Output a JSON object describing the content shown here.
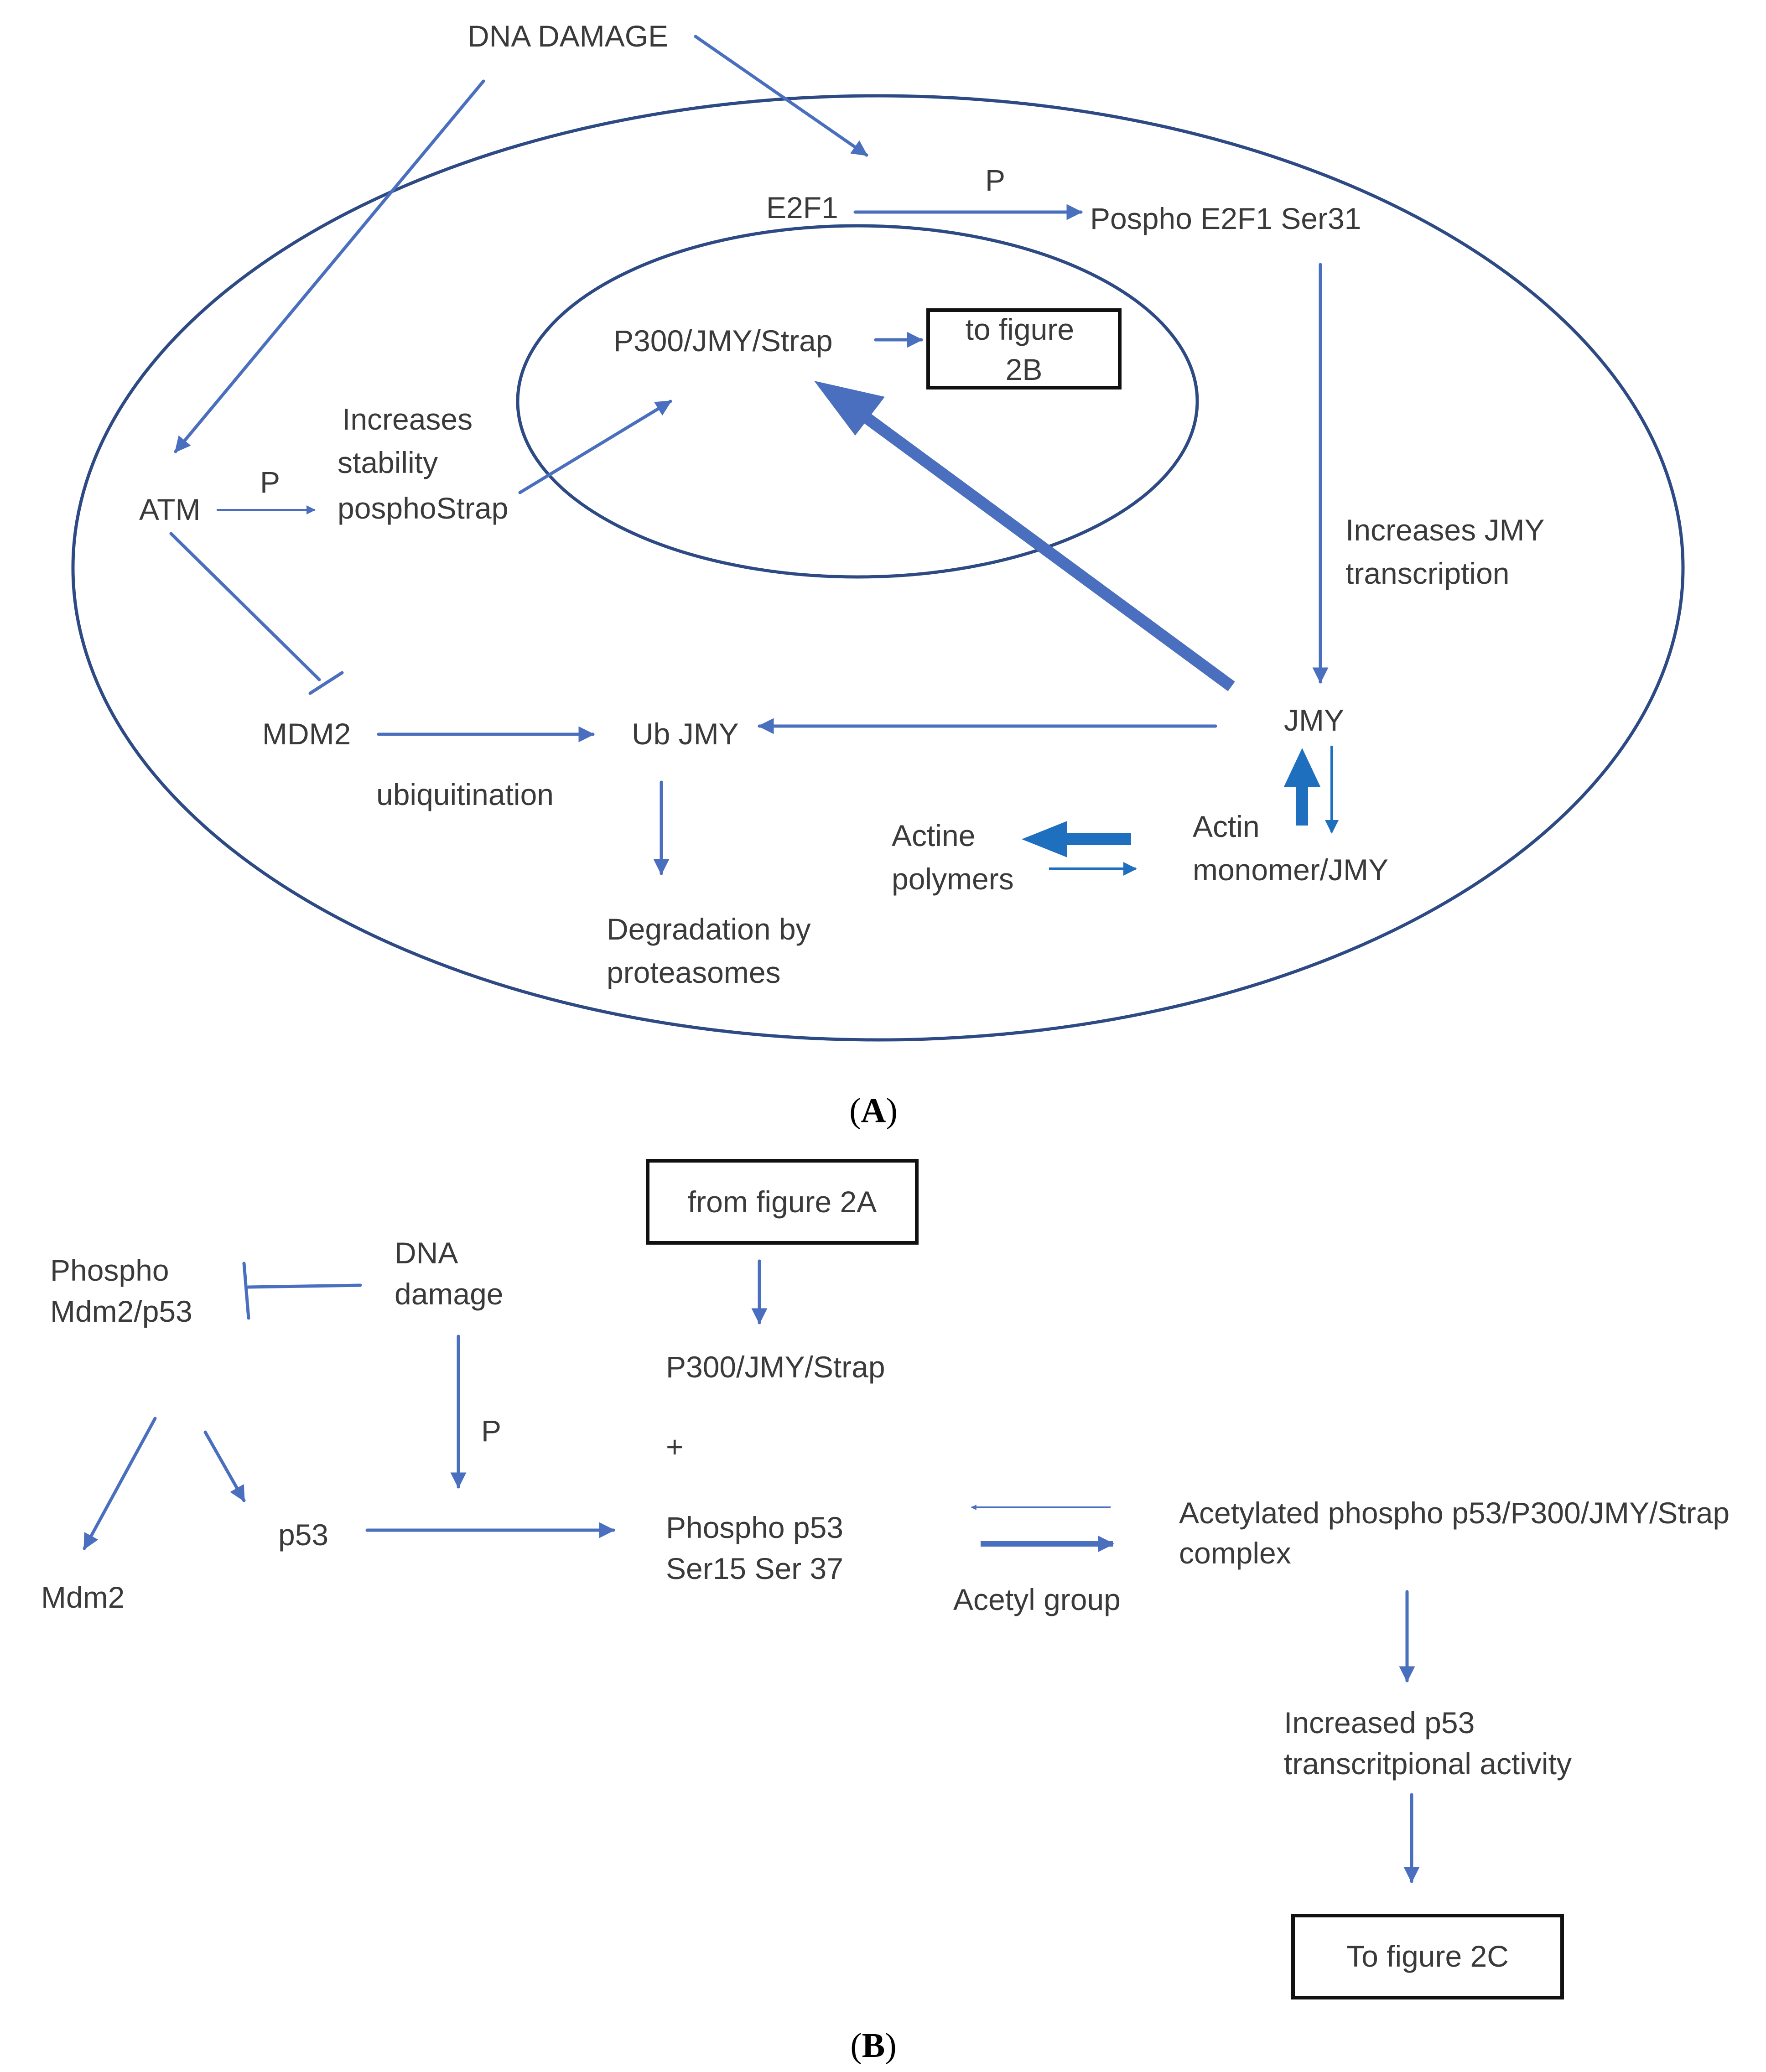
{
  "panel_a": {
    "dna_damage": "DNA DAMAGE",
    "e2f1": "E2F1",
    "p_label_e2f1": "P",
    "phospho_e2f1": "Pospho E2F1 Ser31",
    "p300_jmy_strap": "P300/JMY/Strap",
    "to_figure_2b": [
      "to figure",
      "2B"
    ],
    "atm": "ATM",
    "p_label_atm": "P",
    "increases_stability": [
      "Increases",
      "stability",
      "posphoStrap"
    ],
    "increases_jmy_transcription": [
      "Increases JMY",
      "transcription"
    ],
    "mdm2": "MDM2",
    "ub_jmy": "Ub JMY",
    "jmy": "JMY",
    "ubiquitination": "ubiquitination",
    "actine_polymers": [
      "Actine",
      "polymers"
    ],
    "actin_monomer": [
      "Actin",
      "monomer/JMY"
    ],
    "degradation": [
      "Degradation by",
      "proteasomes"
    ],
    "caption_open": "(",
    "caption_letter": "A",
    "caption_close": ")"
  },
  "panel_b": {
    "from_figure_2a": "from figure 2A",
    "phospho_mdm2_p53": [
      "Phospho",
      "Mdm2/p53"
    ],
    "dna_damage": [
      "DNA",
      "damage"
    ],
    "p300_jmy_strap": "P300/JMY/Strap",
    "plus": "+",
    "p_label": "P",
    "p53": "p53",
    "mdm2": "Mdm2",
    "phospho_p53": [
      "Phospho p53",
      "Ser15 Ser  37"
    ],
    "acetyl_group": "Acetyl group",
    "acetylated_complex": [
      "Acetylated phospho p53/P300/JMY/Strap",
      "complex"
    ],
    "increased_activity": [
      "Increased p53",
      "transcritpional activity"
    ],
    "to_figure_2c": "To figure 2C",
    "caption_open": "(",
    "caption_letter": "B",
    "caption_close": ")"
  },
  "colors": {
    "arrow": "#4a6fbe",
    "actin_arrow": "#1f6fbf",
    "cell_outline": "#2d4a84",
    "text": "#3a3a3a"
  }
}
